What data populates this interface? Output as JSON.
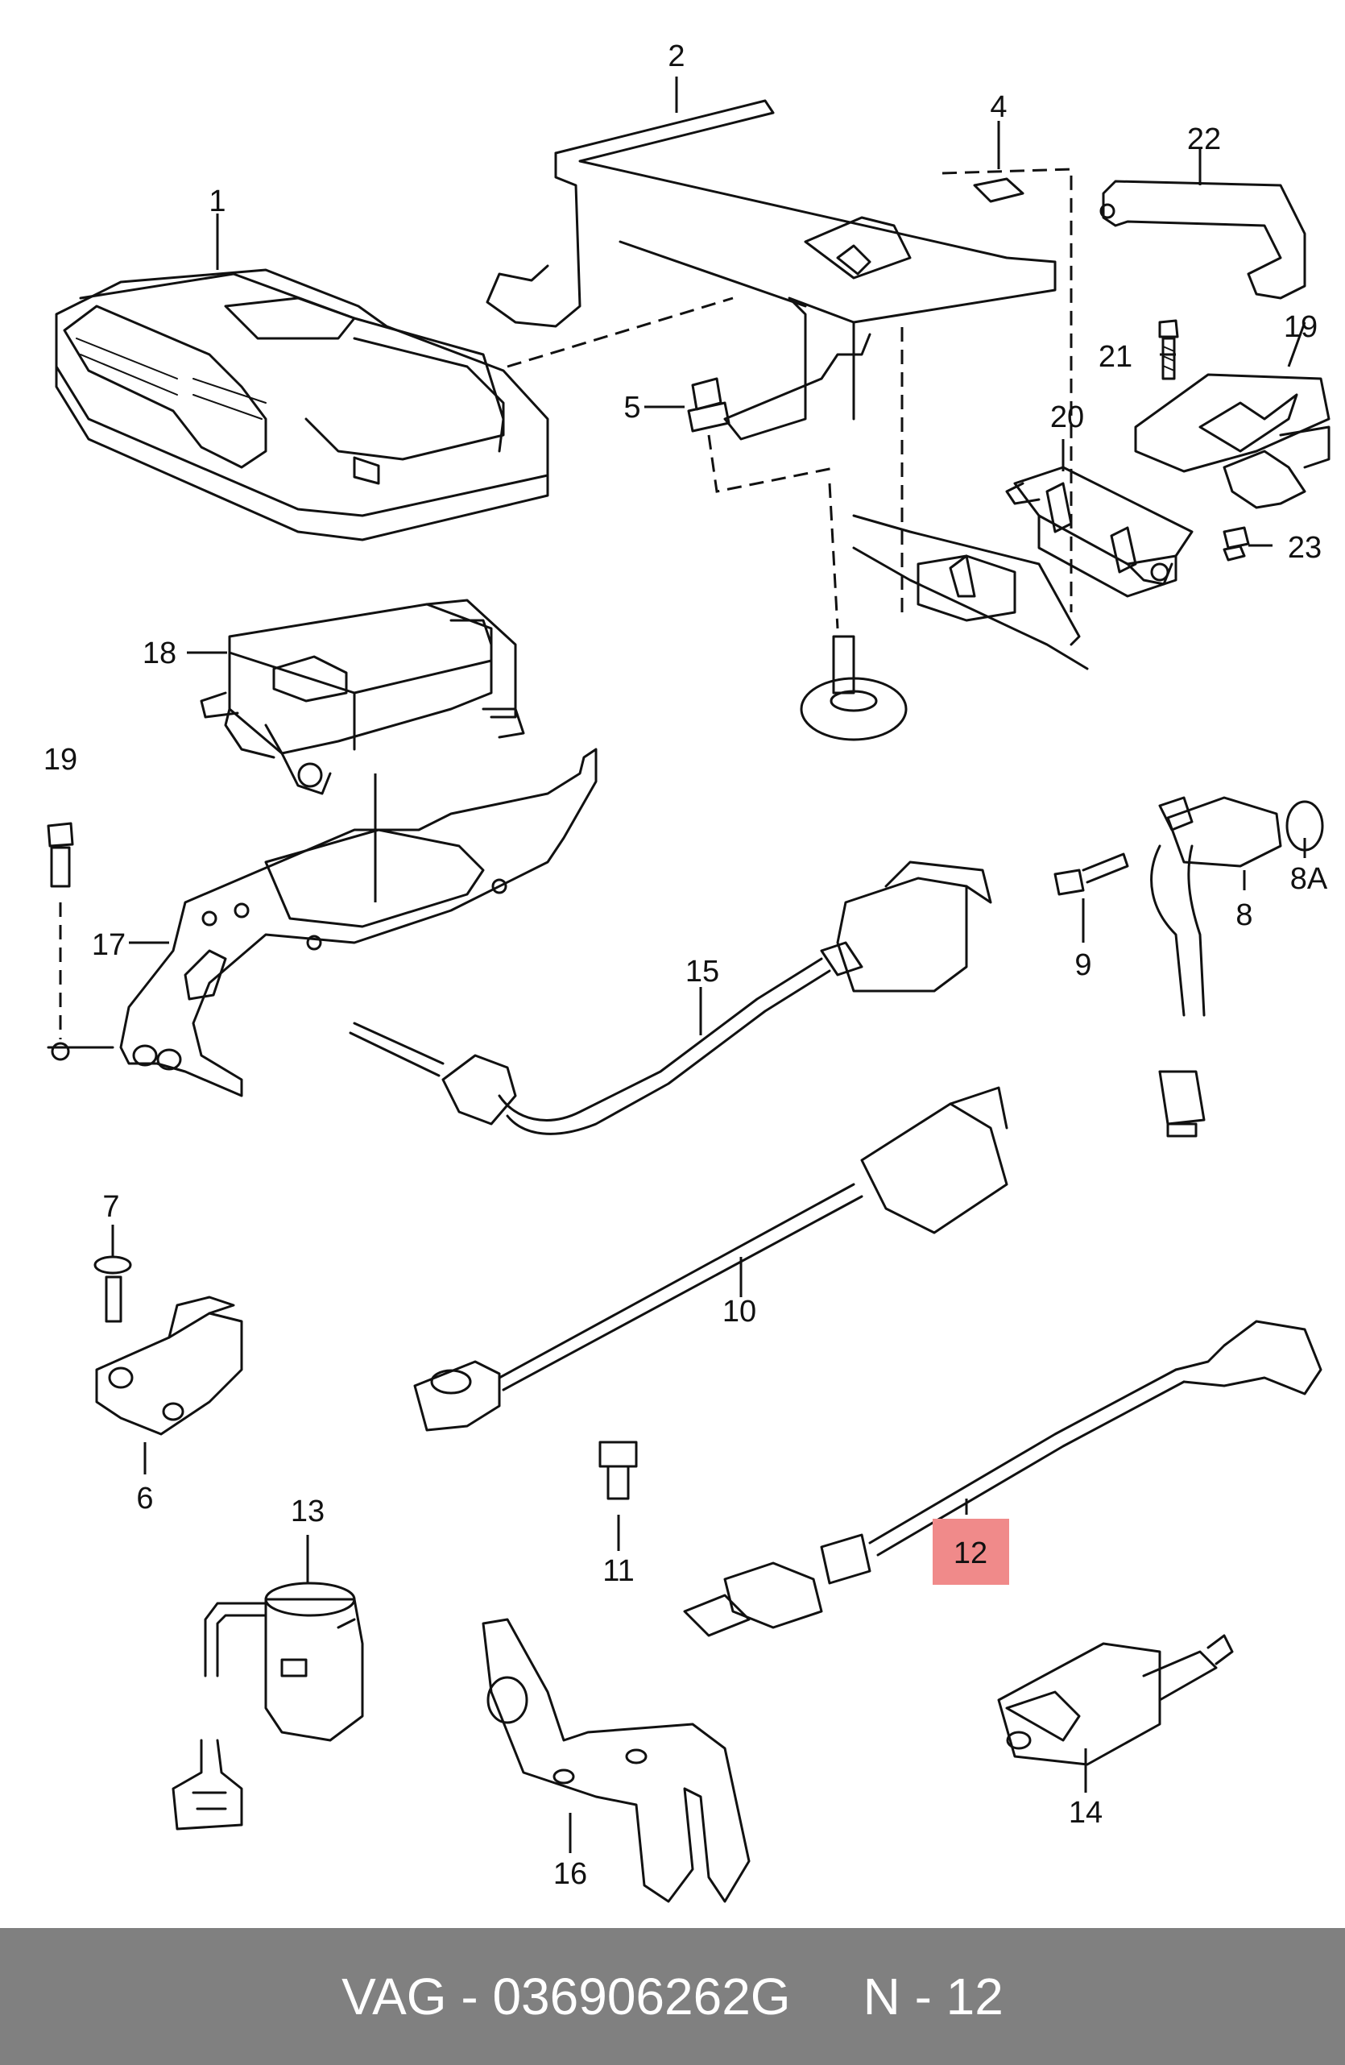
{
  "callouts": {
    "c1": "1",
    "c2": "2",
    "c4": "4",
    "c5": "5",
    "c6": "6",
    "c7": "7",
    "c8": "8",
    "c8a": "8A",
    "c9": "9",
    "c10": "10",
    "c11": "11",
    "c12": "12",
    "c13": "13",
    "c14": "14",
    "c15": "15",
    "c16": "16",
    "c17": "17",
    "c18": "18",
    "c19a": "19",
    "c19b": "19",
    "c20": "20",
    "c21": "21",
    "c22": "22",
    "c23": "23"
  },
  "highlight": {
    "color": "#f08a8a"
  },
  "footer": {
    "part": "VAG - 036906262G",
    "position": "N - 12"
  }
}
